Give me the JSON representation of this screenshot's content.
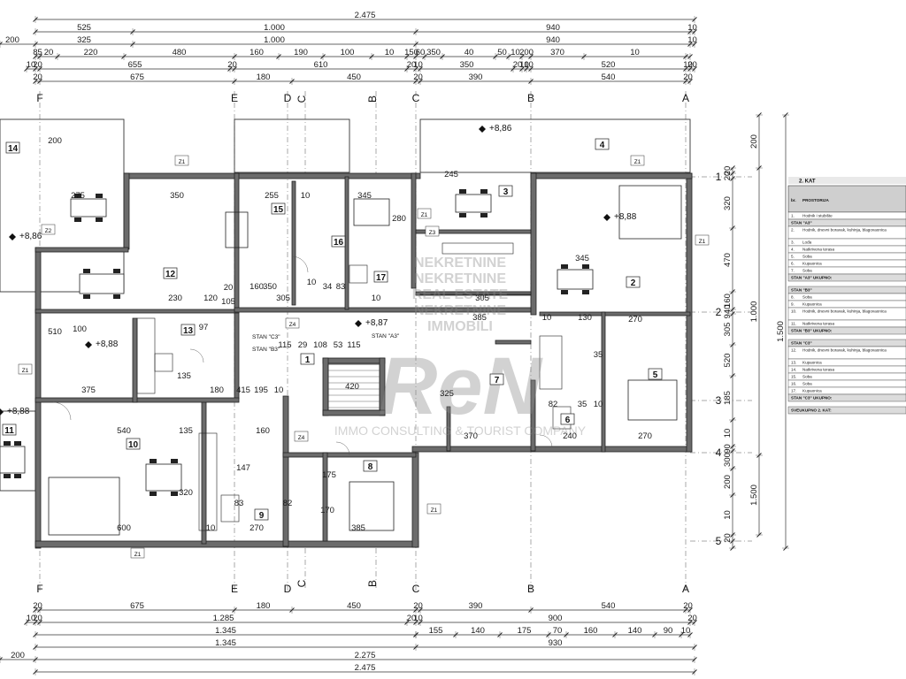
{
  "floor_title": "2. KAT",
  "dimensions": {
    "top_total": "2.475",
    "top_row2": [
      "525",
      "1.000",
      "940",
      "10"
    ],
    "top_row3": [
      "200",
      "325",
      "1.000",
      "940",
      "10"
    ],
    "top_row4": [
      "85",
      "20",
      "220",
      "480",
      "160",
      "190",
      "100",
      "10",
      "150",
      "60",
      "350",
      "40",
      "50",
      "10",
      "200",
      "370",
      "10"
    ],
    "top_row5": [
      "10",
      "20",
      "655",
      "20",
      "610",
      "20",
      "10",
      "350",
      "20",
      "10",
      "10",
      "520",
      "10",
      "20"
    ],
    "top_row6": [
      "20",
      "675",
      "180",
      "450",
      "20",
      "390",
      "540",
      "20"
    ],
    "bottom_row1": [
      "20",
      "675",
      "180",
      "450",
      "20",
      "390",
      "540",
      "20"
    ],
    "bottom_row2": [
      "10",
      "20",
      "1.285",
      "20",
      "10",
      "900",
      "20"
    ],
    "bottom_row3": [
      "1.345",
      "155",
      "140",
      "175",
      "70",
      "160",
      "140",
      "90",
      "10"
    ],
    "bottom_row4": [
      "1.345",
      "930"
    ],
    "bottom_row5": [
      "200",
      "2.275"
    ],
    "bottom_total": "2.475",
    "right_col1": [
      "20",
      "20",
      "320",
      "470",
      "160",
      "940",
      "305",
      "520",
      "185",
      "10",
      "90",
      "300",
      "200",
      "10",
      "20"
    ],
    "right_col2": [
      "200",
      "1.000",
      "1.500",
      "300"
    ],
    "interior": [
      "275",
      "350",
      "255",
      "10",
      "345",
      "200",
      "280",
      "245",
      "345",
      "305",
      "230",
      "120",
      "20",
      "105",
      "160",
      "350",
      "10",
      "34",
      "83",
      "10",
      "305",
      "385",
      "270",
      "130",
      "10",
      "510",
      "100",
      "97",
      "115",
      "29",
      "108",
      "53",
      "115",
      "375",
      "135",
      "180",
      "415",
      "195",
      "10",
      "420",
      "325",
      "82",
      "35",
      "10",
      "370",
      "240",
      "270",
      "540",
      "135",
      "160",
      "147",
      "320",
      "83",
      "82",
      "600",
      "10",
      "270",
      "175",
      "170",
      "385",
      "35"
    ]
  },
  "axes": {
    "vertical": [
      "F",
      "E",
      "D",
      "C",
      "B",
      "A"
    ],
    "section": [
      "C",
      "B"
    ],
    "horizontal": [
      "1",
      "2",
      "3",
      "4",
      "5"
    ]
  },
  "levels": [
    "+8,86",
    "+8,88",
    "+8,88",
    "+8,87",
    "+8,86",
    "+8,88",
    "+8,86"
  ],
  "rooms": [
    "14",
    "12",
    "13",
    "15",
    "16",
    "17",
    "3",
    "4",
    "2",
    "1",
    "5",
    "6",
    "7",
    "8",
    "9",
    "10",
    "11"
  ],
  "wall_tags": [
    "Z1",
    "Z2",
    "Z3",
    "Z4"
  ],
  "apartment_labels": [
    "STAN \"C3\"",
    "STAN \"B3\"",
    "STAN \"A3\""
  ],
  "watermark": {
    "top_lines": [
      "NEKRETNINE",
      "NEKRETNINE",
      "REAL ESTATE",
      "NEKRETNINE",
      "IMMOBILI"
    ],
    "brand": "ReN",
    "bottom": "IMMO CONSULTING & TOURIST COMPANY"
  },
  "table": {
    "header": [
      "br.",
      "PROSTORIJA"
    ],
    "rows": [
      {
        "no": "1.",
        "name": "Hodnik i stubište"
      },
      {
        "section": "STAN \"A3\""
      },
      {
        "no": "2.",
        "name": "Hodnik, dnevni boravak, kuhinja, blagovaonica"
      },
      {
        "no": "3.",
        "name": "Lođa"
      },
      {
        "no": "4.",
        "name": "Natkrivena terasa"
      },
      {
        "no": "5.",
        "name": "Soba"
      },
      {
        "no": "6.",
        "name": "Kupaonica"
      },
      {
        "no": "7.",
        "name": "Soba"
      },
      {
        "subtotal": "STAN \"A3\" UKUPNO:"
      },
      {
        "section": "STAN \"B3\""
      },
      {
        "no": "8.",
        "name": "Soba"
      },
      {
        "no": "9.",
        "name": "Kupaonica"
      },
      {
        "no": "10.",
        "name": "Hodnik, dnevni boravak, kuhinja, blagovaonica"
      },
      {
        "no": "11.",
        "name": "Natkrivena terasa"
      },
      {
        "subtotal": "STAN \"B3\" UKUPNO:"
      },
      {
        "section": "STAN \"C3\""
      },
      {
        "no": "12.",
        "name": "Hodnik, dnevni boravak, kuhinja, blagovaonica"
      },
      {
        "no": "13.",
        "name": "Kupaonica"
      },
      {
        "no": "14.",
        "name": "Natkrivena terasa"
      },
      {
        "no": "15.",
        "name": "Soba"
      },
      {
        "no": "16.",
        "name": "Soba"
      },
      {
        "no": "17.",
        "name": "Kupaonica"
      },
      {
        "subtotal": "STAN \"C3\" UKUPNO:"
      },
      {
        "total": "SVEUKUPNO 2. KAT:"
      }
    ]
  }
}
